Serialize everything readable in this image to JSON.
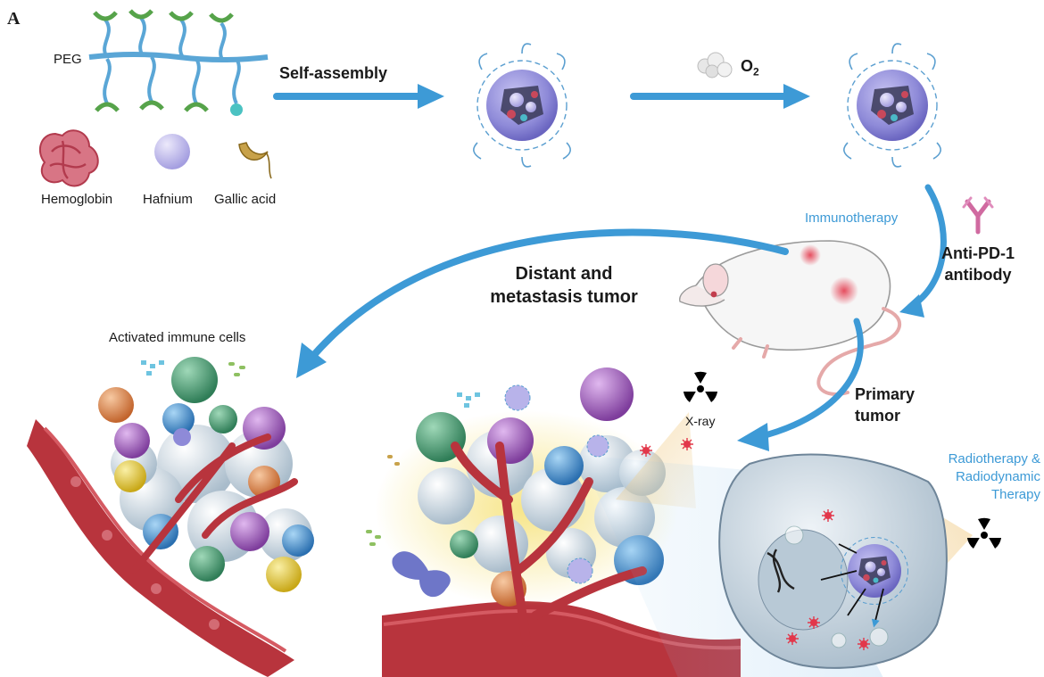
{
  "panel_label": "A",
  "labels": {
    "peg": "PEG",
    "hemoglobin": "Hemoglobin",
    "hafnium": "Hafnium",
    "gallic_acid": "Gallic acid",
    "self_assembly": "Self-assembly",
    "o2_main": "O",
    "o2_sub": "2",
    "immunotherapy": "Immunotherapy",
    "anti_pd1_line1": "Anti-PD-1",
    "anti_pd1_line2": "antibody",
    "distant_line1": "Distant and",
    "distant_line2": "metastasis tumor",
    "activated_immune": "Activated immune cells",
    "primary_line1": "Primary",
    "primary_line2": "tumor",
    "xray": "X-ray",
    "radio_line1": "Radiotherapy &",
    "radio_line2": "Radiodynamic",
    "radio_line3": "Therapy"
  },
  "colors": {
    "arrow_blue": "#3d9ad6",
    "nanoparticle": "#8e8ad8",
    "hemoglobin": "#c9485b",
    "hafnium": "#b9b2ea",
    "gallic_acid": "#c8a24a",
    "vessel": "#b8343d",
    "cell_green": "#3f9a6e",
    "cell_purple": "#9b55b8",
    "cell_blue": "#3f8fd0",
    "cell_orange": "#e0864a",
    "cell_yellow": "#e3c83a",
    "cell_white": "#d8e4ee",
    "tumor_cell": "#c8d6e2",
    "xray_beam": "#f4d9a8"
  },
  "icons": [
    "radiation-icon",
    "antibody-icon",
    "dna-icon",
    "mouse-icon"
  ]
}
